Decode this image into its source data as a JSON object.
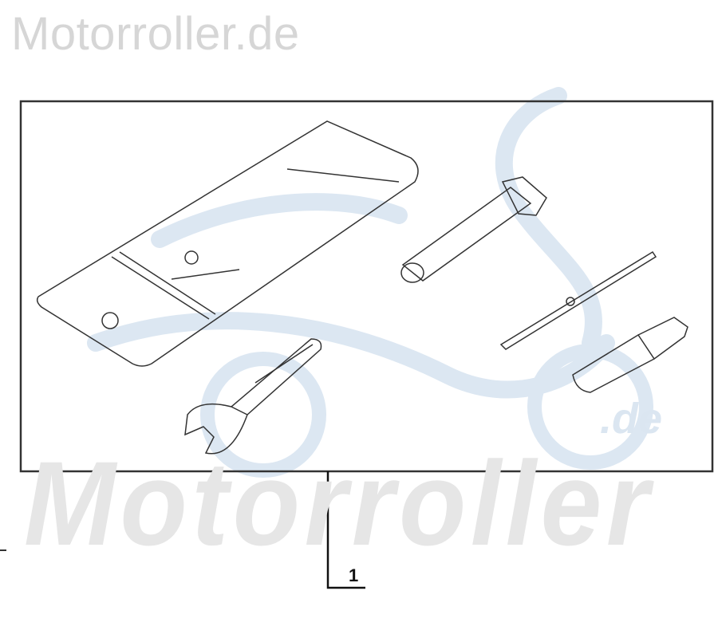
{
  "watermark": {
    "top_text": "Motorroller.de",
    "big_text": "Motorroller",
    "suffix_text": ".de",
    "colors": {
      "gray": "#d6d6d6",
      "blue": "#dbe6f1"
    }
  },
  "diagram": {
    "parts": [
      {
        "name": "tool-pouch"
      },
      {
        "name": "box-wrench"
      },
      {
        "name": "open-end-wrench"
      },
      {
        "name": "screwdriver-bit"
      },
      {
        "name": "screwdriver-handle"
      }
    ],
    "callout_label": "1"
  }
}
